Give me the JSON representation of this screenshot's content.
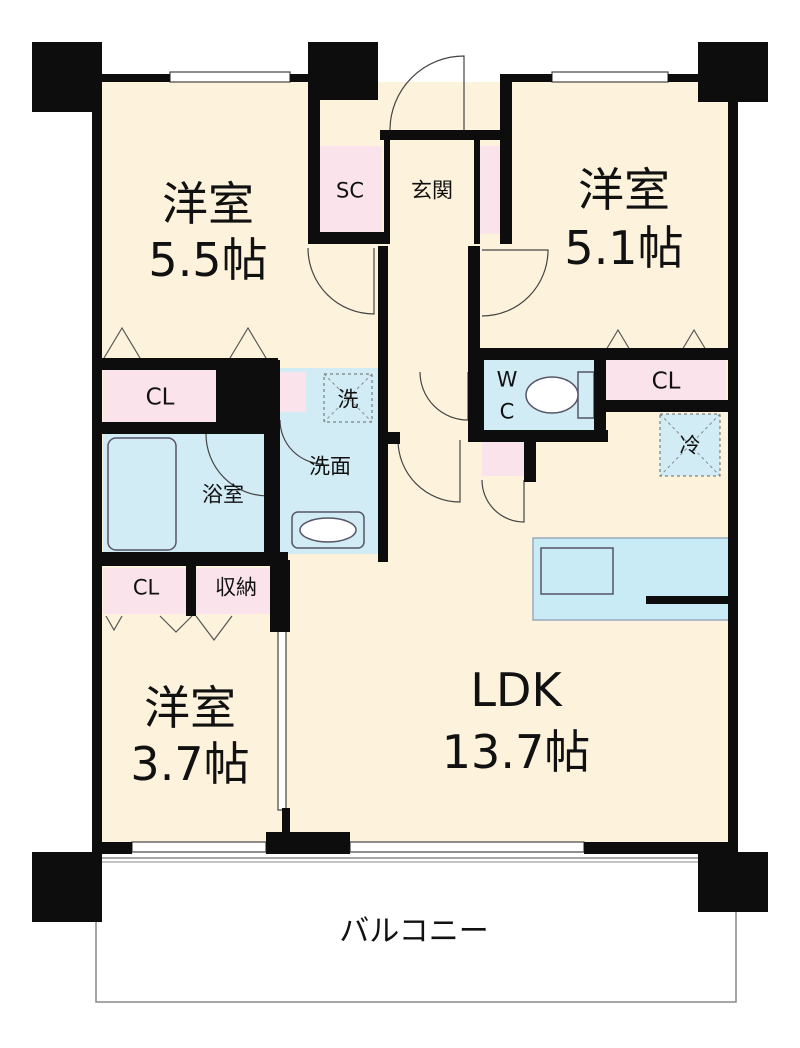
{
  "rooms": {
    "western_nw": {
      "name": "洋室",
      "size": "5.5帖"
    },
    "western_ne": {
      "name": "洋室",
      "size": "5.1帖"
    },
    "western_sw": {
      "name": "洋室",
      "size": "3.7帖"
    },
    "ldk": {
      "name": "LDK",
      "size": "13.7帖"
    },
    "balcony": "バルコニー",
    "sc": "SC",
    "entrance": "玄関",
    "closet_nw": "CL",
    "closet_ne": "CL",
    "closet_sw": "CL",
    "storage": "収納",
    "bathroom": "浴室",
    "washroom": "洗面",
    "washer": "洗",
    "wc": {
      "line1": "W",
      "line2": "C"
    },
    "fridge": "冷"
  },
  "colors": {
    "room_floor": "#fdf3dc",
    "storage_pink": "#fae3ea",
    "wet_area_blue": "#d2ecf6",
    "kitchen_blue": "#c9ebf5",
    "wall": "#0d0d0d",
    "balcony": "#ffffff"
  }
}
